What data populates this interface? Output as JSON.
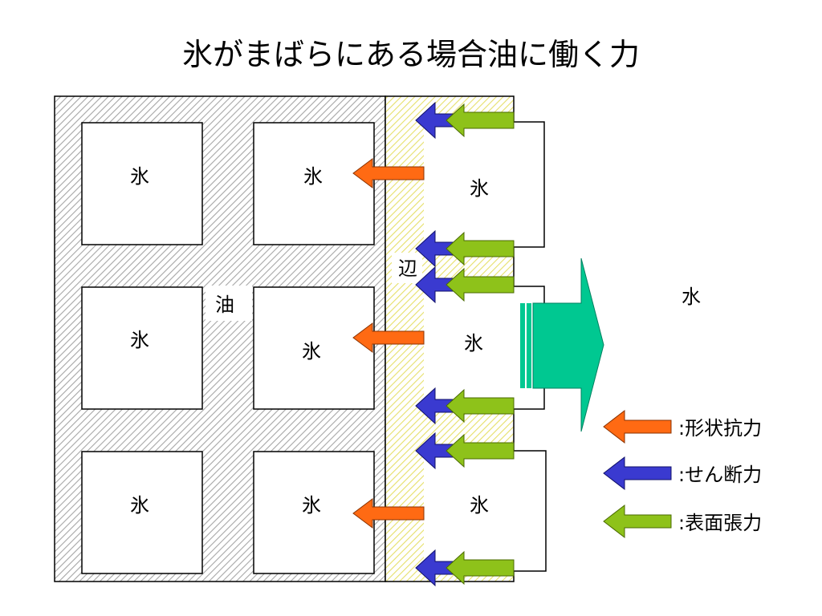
{
  "title": "氷がまばらにある場合油に働く力",
  "labels": {
    "ice": "氷",
    "oil": "油",
    "edge": "辺",
    "water": "水"
  },
  "legend": [
    {
      "name": "form-drag",
      "text": ":形状抗力",
      "color": "#ff6a13"
    },
    {
      "name": "shear",
      "text": ":せん断力",
      "color": "#3a3ad0"
    },
    {
      "name": "surface-tension",
      "text": ":表面張力",
      "color": "#8ec21a"
    }
  ],
  "colors": {
    "oil_hatch": "#a6a6a6",
    "edge_hatch": "#e6e06a",
    "flow_arrow": "#00c891",
    "outline": "#000000"
  }
}
